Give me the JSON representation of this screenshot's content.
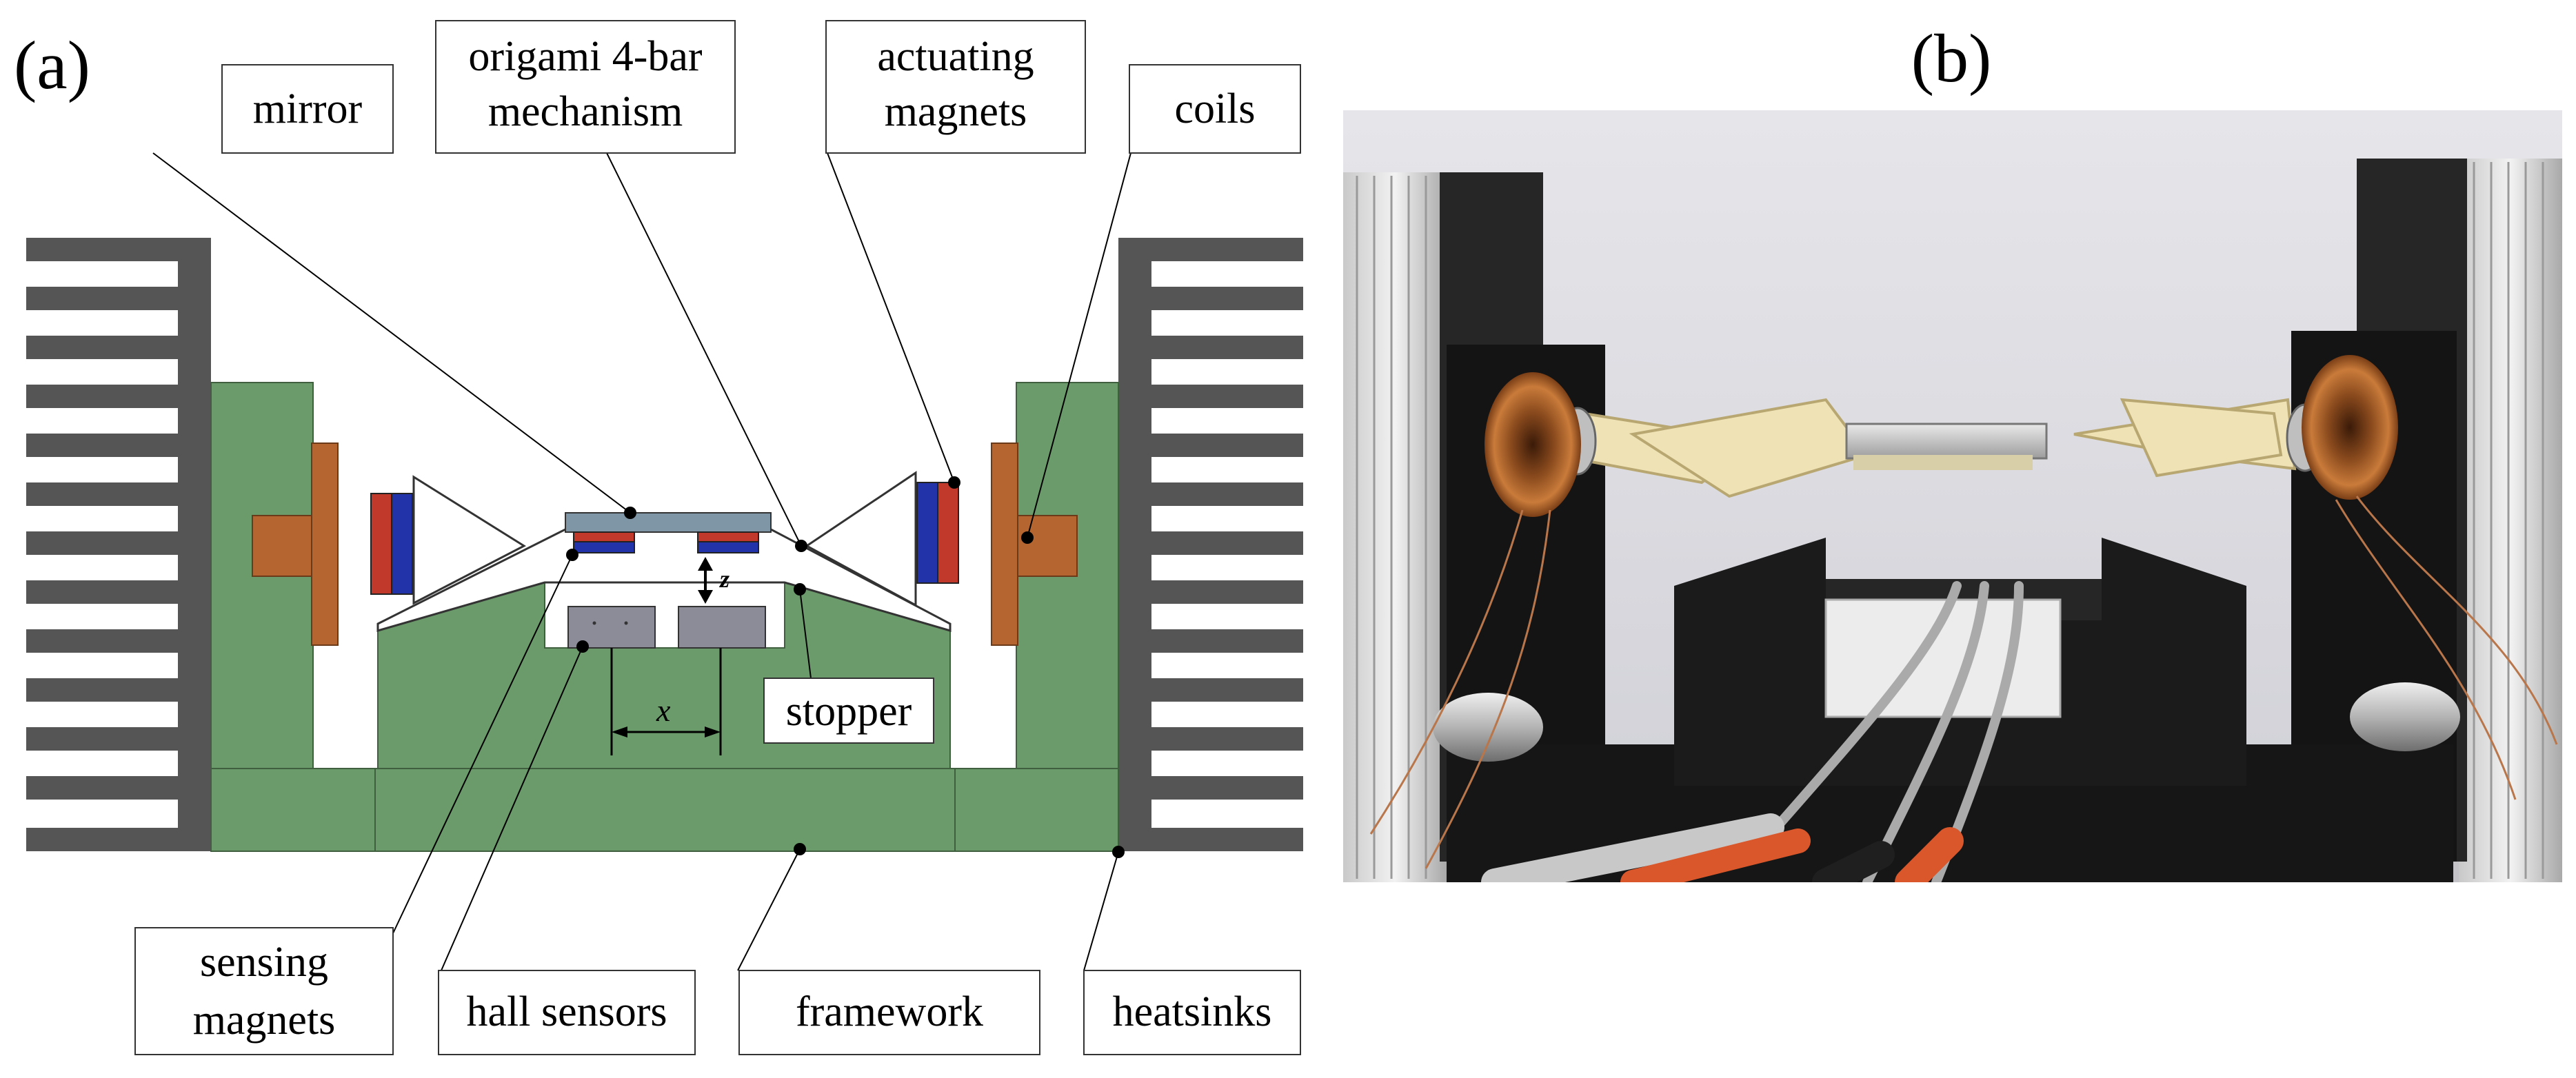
{
  "panel_a": {
    "letter": "(a)",
    "labels": {
      "mirror": "mirror",
      "origami_line1": "origami 4-bar",
      "origami_line2": "mechanism",
      "actuating_line1": "actuating",
      "actuating_line2": "magnets",
      "coils": "coils",
      "stopper": "stopper",
      "sensing_line1": "sensing",
      "sensing_line2": "magnets",
      "hall_sensors": "hall sensors",
      "framework": "framework",
      "heatsinks": "heatsinks",
      "dim_x": "x",
      "dim_z": "z"
    },
    "colors": {
      "framework": "#6b9a6b",
      "heatsink": "#555555",
      "coil": "#b5652f",
      "actuating_magnet_red": "#c0392b",
      "actuating_magnet_blue": "#2233aa",
      "mirror": "#7f96a6",
      "hall_sensor": "#8c8c99"
    }
  },
  "panel_b": {
    "letter": "(b)",
    "image_description_icon": "photo-of-prototype"
  }
}
